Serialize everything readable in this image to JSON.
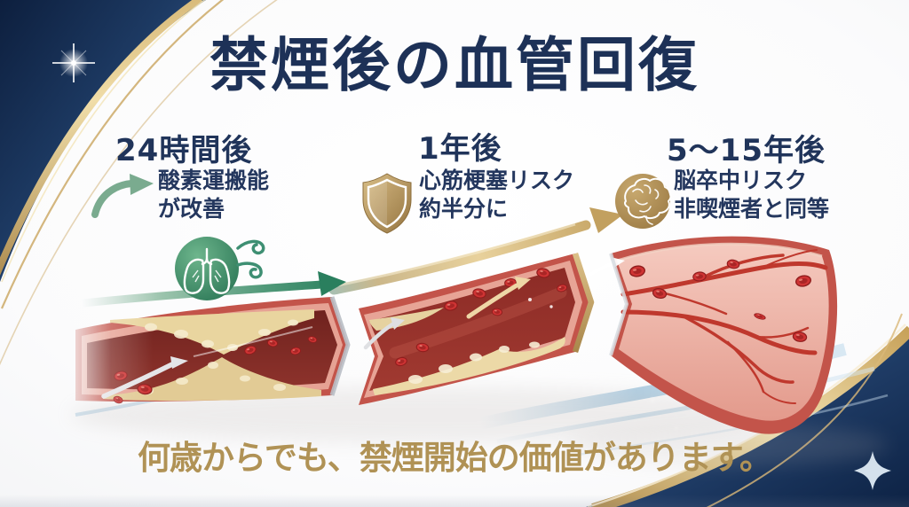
{
  "header": {
    "title": "禁煙後の血管回復"
  },
  "stages": [
    {
      "time": "24時間後",
      "line1": "酸素運搬能",
      "line2": "が改善",
      "icon": "growth-arrow-icon"
    },
    {
      "time": "1年後",
      "line1": "心筋梗塞リスク",
      "line2": "約半分に",
      "icon": "shield-icon"
    },
    {
      "time": "5〜15年後",
      "line1": "脳卒中リスク",
      "line2": "非喫煙者と同等",
      "icon": "brain-icon"
    }
  ],
  "footer": {
    "message": "何歳からでも、禁煙開始の価値があります。"
  },
  "icons": [
    "growth-arrow-icon",
    "shield-icon",
    "brain-icon",
    "lungs-icon",
    "breath-swirl-icon",
    "green-progress-arrow",
    "gold-progress-arrow",
    "sparkle-icon",
    "diamond-sparkle-icon"
  ],
  "colors": {
    "navy_text": "#1d3157",
    "navy_corner": "#13294d",
    "gold": "#b09255",
    "gold_band": "#e9d6a6",
    "green": "#2c8160",
    "vessel_wall": "#c3544a",
    "vessel_lumen": "#7c2621",
    "plaque": "#e9d59f",
    "healthy_pink": "#f0c0b4",
    "light_blue": "#aecde2"
  }
}
